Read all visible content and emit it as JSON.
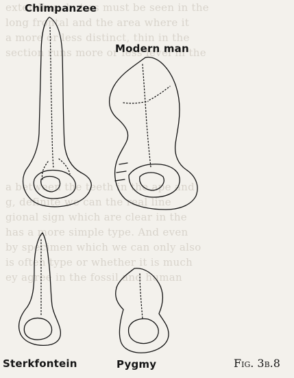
{
  "ghost_text_top": [
    "extending, but as must be seen in the",
    "long frontal and the area where it",
    "a more or less distinct, thin in the",
    "section runs more or less level in the"
  ],
  "ghost_text_mid": [
    "a between the teeth in the ape and",
    "g, definite we can the real line",
    "gional sign which are clear in the",
    "has a more simple type. And even",
    "by specimen which we can only also",
    "is often type or whether it is much",
    "ey agree in the fossil and human"
  ],
  "labels": {
    "chimpanzee": "Chimpanzee",
    "modern_man": "Modern man",
    "sterkfontein": "Sterkfontein",
    "pygmy": "Pygmy"
  },
  "caption": "Fig. 3b.8"
}
